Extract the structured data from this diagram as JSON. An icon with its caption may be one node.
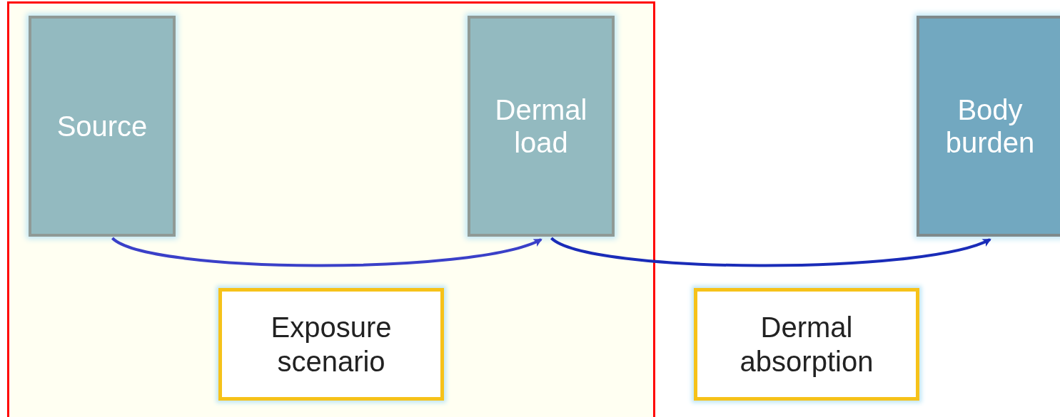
{
  "diagram": {
    "nodes": [
      {
        "text": [],
        "shape": "box"
      },
      {
        "text": [
          "Source"
        ],
        "in": 0
      },
      {
        "text": [
          "Dermal load"
        ],
        "in": 0
      },
      {
        "text": [
          "Body burden"
        ]
      },
      {
        "text": [
          "Exposure scenario"
        ],
        "in": 0
      },
      {
        "text": [
          "Dermal absorption"
        ]
      }
    ],
    "edges": [
      {
        "from": 1,
        "to": 2,
        "arrow": "to",
        "color": "#3a40c8"
      },
      {
        "from": 2,
        "to": 3,
        "arrow": "to",
        "color": "#1a2cb8"
      }
    ]
  }
}
